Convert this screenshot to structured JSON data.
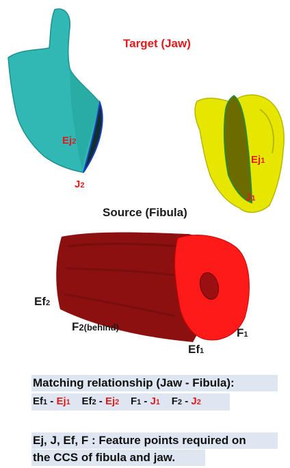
{
  "colors": {
    "label_red": "#e11b1b",
    "jaw_teal": "#2fb8b4",
    "jaw_yellow": "#e6e600",
    "fibula_dark": "#8c1010",
    "fibula_face": "#ff1a1a",
    "highlight_bg": "#dde6f1"
  },
  "target": {
    "title": "Target (Jaw)",
    "ej2": "Ej",
    "ej2_sub": "2",
    "j2": "J",
    "j2_sub": "2",
    "ej1": "Ej",
    "ej1_sub": "1",
    "j1": "J",
    "j1_sub": "1"
  },
  "source": {
    "title": "Source (Fibula)",
    "ef2": "Ef",
    "ef2_sub": "2",
    "f2": "F",
    "f2_sub": "2(behind)",
    "f1": "F",
    "f1_sub": "1",
    "ef1": "Ef",
    "ef1_sub": "1"
  },
  "matching": {
    "heading": "Matching relationship (Jaw - Fibula):",
    "pairs": [
      {
        "left": "Ef",
        "left_sub": "1",
        "sep": " - ",
        "right": "Ej",
        "right_sub": "1"
      },
      {
        "left": "Ef",
        "left_sub": "2",
        "sep": " - ",
        "right": "Ej",
        "right_sub": "2"
      },
      {
        "left": "F",
        "left_sub": "1",
        "sep": " - ",
        "right": "J",
        "right_sub": "1"
      },
      {
        "left": "F",
        "left_sub": "2",
        "sep": " - ",
        "right": "J",
        "right_sub": "2"
      }
    ]
  },
  "note": {
    "line1": "Ej, J, Ef, F : Feature points required on",
    "line2": "the CCS of fibula and jaw."
  }
}
